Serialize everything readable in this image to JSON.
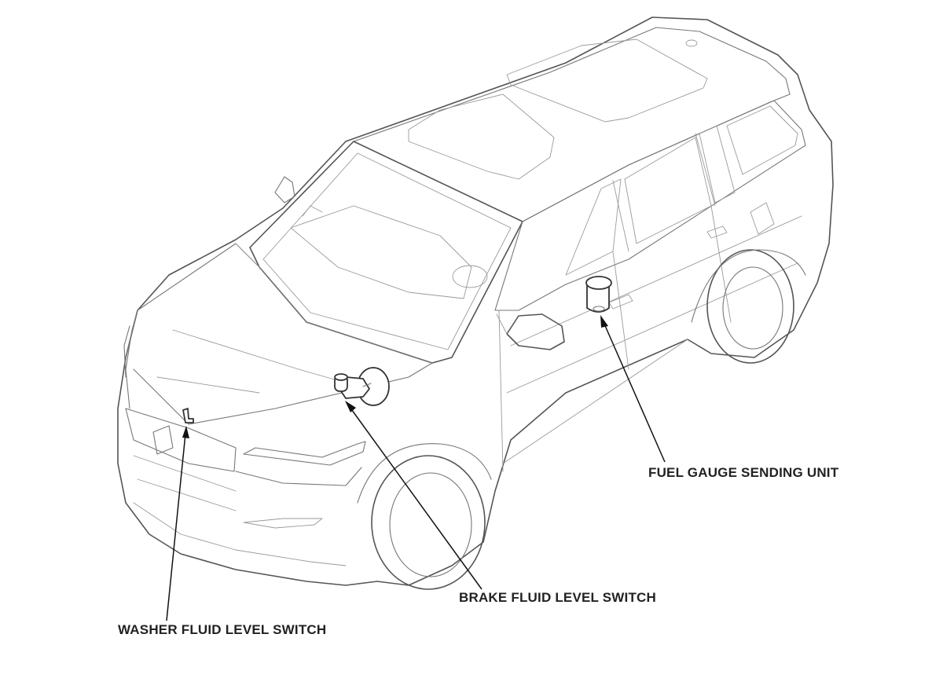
{
  "callouts": {
    "fuel_gauge": "FUEL GAUGE SENDING UNIT",
    "brake_fluid": "BRAKE FLUID LEVEL SWITCH",
    "washer_fluid": "WASHER FLUID LEVEL SWITCH"
  },
  "colors": {
    "outline": "#555555",
    "leader": "#111111",
    "label": "#222222"
  }
}
